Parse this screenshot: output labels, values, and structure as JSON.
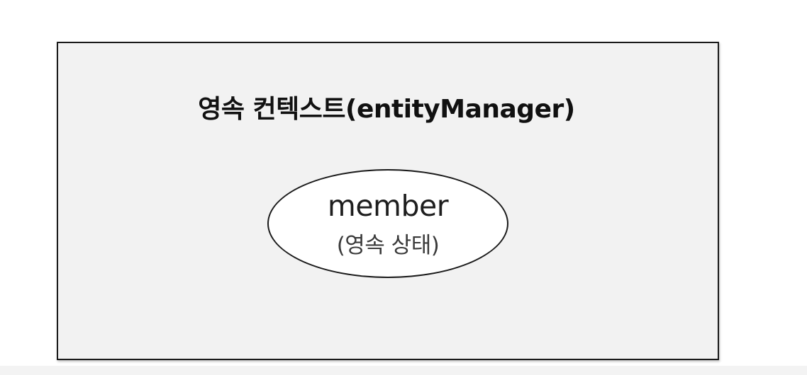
{
  "context": {
    "title": "영속 컨텍스트(entityManager)"
  },
  "entity": {
    "name": "member",
    "state": "(영속 상태)"
  },
  "colors": {
    "box_fill": "#f2f2f2",
    "border": "#1a1a1a",
    "ellipse_fill": "#ffffff",
    "text": "#111111"
  }
}
